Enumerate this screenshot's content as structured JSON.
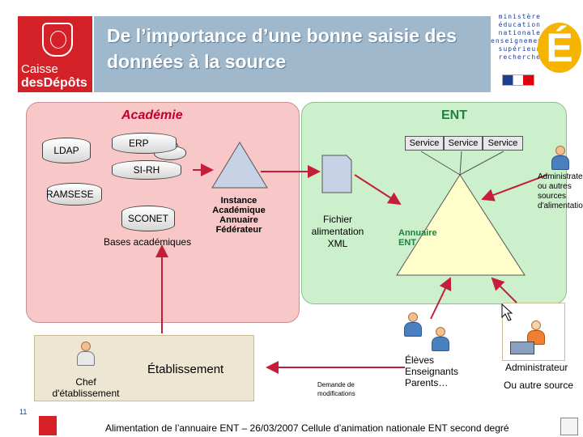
{
  "header": {
    "logo_line1": "Caisse",
    "logo_line2": "desDépôts",
    "title": "De l’importance d’une bonne saisie des données à la source",
    "ministere": "ministère éducation nationale enseignement supérieur recherche",
    "logo_e": "É"
  },
  "academie": {
    "label": "Académie",
    "ldap": "LDAP",
    "erp": "ERP",
    "si_rh": "SI-RH",
    "ramsese": "RAMSESE",
    "sconet": "SCONET",
    "bases": "Bases académiques",
    "instance": "Instance Académique Annuaire Fédérateur"
  },
  "ent": {
    "label": "ENT",
    "services": [
      "Service",
      "Service",
      "Service"
    ],
    "annuaire": "Annuaire ENT"
  },
  "fichier": "Fichier alimentation XML",
  "admin_sources": "Administrateur ou autres sources d'alimentation",
  "etablissement": {
    "label": "Établissement",
    "chef": "Chef d'établissement"
  },
  "demande": "Demande de modifications",
  "users": "Élèves Enseignants Parents…",
  "administrateur": "Administrateur",
  "autre_source": "Ou autre source",
  "page_number": "11",
  "footer": "Alimentation de l’annuaire ENT – 26/03/2007 Cellule d’animation nationale ENT second degré",
  "colors": {
    "academie_bg": "#f8c8c8",
    "ent_bg": "#ccf0cc",
    "arrow": "#c41e3a",
    "cdc_red": "#d42027"
  }
}
